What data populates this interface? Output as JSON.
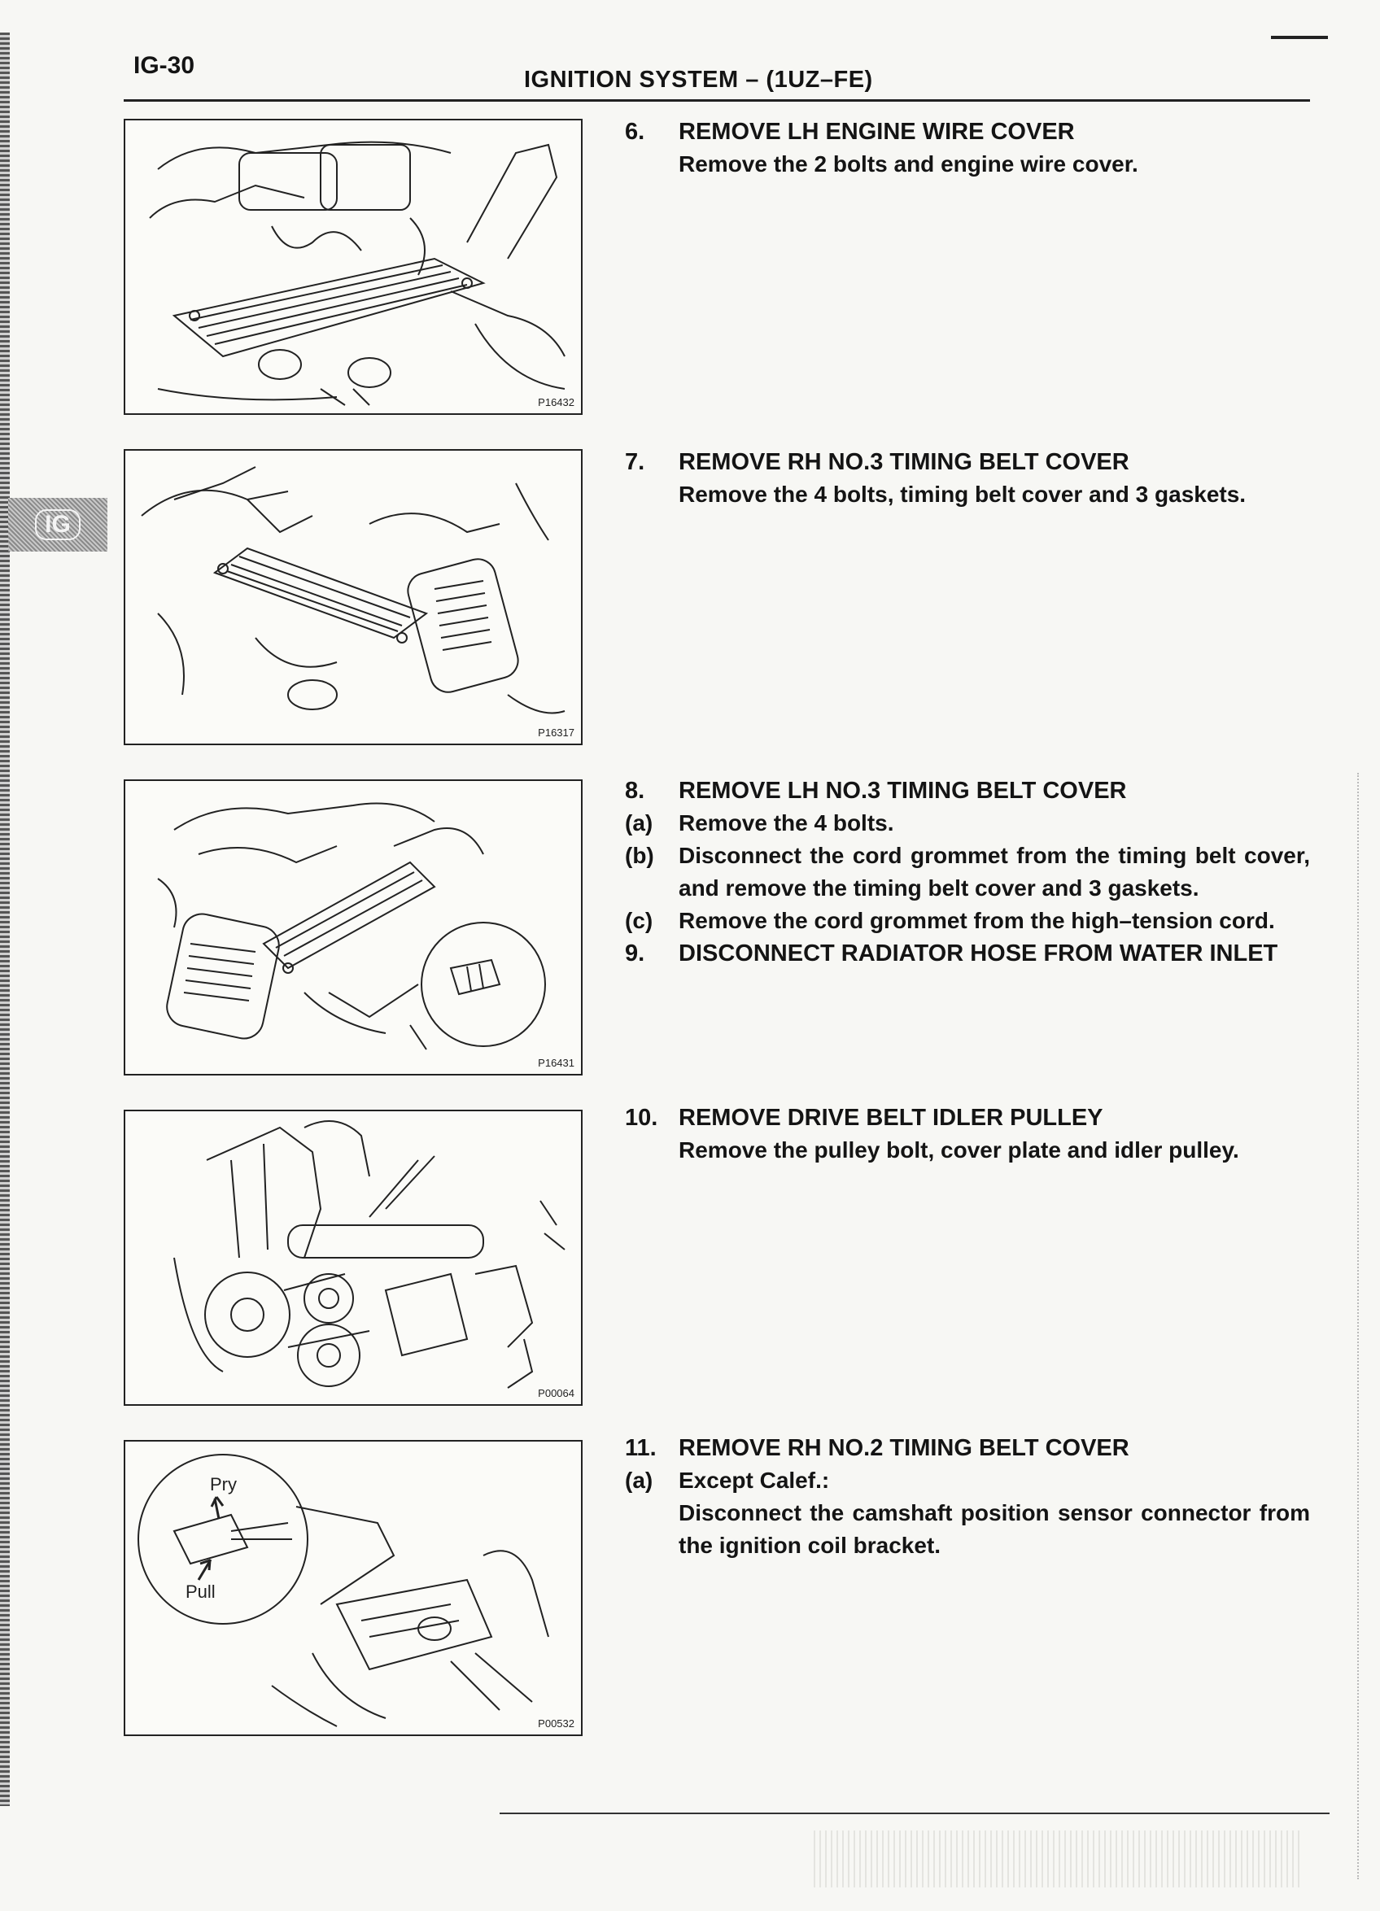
{
  "header": {
    "page_number": "IG-30",
    "section_title": "IGNITION SYSTEM – (1UZ–FE)",
    "side_tab": "IG"
  },
  "figures": [
    {
      "code": "P16432"
    },
    {
      "code": "P16317"
    },
    {
      "code": "P16431"
    },
    {
      "code": "P00064"
    },
    {
      "code": "P00532",
      "labels": {
        "pry": "Pry",
        "pull": "Pull"
      }
    }
  ],
  "steps": [
    {
      "number": "6.",
      "title": "REMOVE LH ENGINE WIRE COVER",
      "body": "Remove the 2 bolts and engine wire cover."
    },
    {
      "number": "7.",
      "title": "REMOVE RH NO.3 TIMING BELT COVER",
      "body": "Remove the 4 bolts, timing belt cover and 3 gaskets."
    },
    {
      "number": "8.",
      "title": "REMOVE LH NO.3 TIMING BELT COVER",
      "subs": [
        {
          "letter": "(a)",
          "text": "Remove the 4 bolts."
        },
        {
          "letter": "(b)",
          "text": "Disconnect the cord grommet from the timing belt cover, and remove the timing belt cover and 3 gaskets."
        },
        {
          "letter": "(c)",
          "text": "Remove the cord grommet from the high–tension cord."
        }
      ]
    },
    {
      "number": "9.",
      "title": "DISCONNECT RADIATOR HOSE FROM WATER INLET"
    },
    {
      "number": "10.",
      "title": "REMOVE DRIVE BELT IDLER PULLEY",
      "body": "Remove the pulley bolt, cover plate and idler pulley."
    },
    {
      "number": "11.",
      "title": "REMOVE RH NO.2 TIMING BELT COVER",
      "subs": [
        {
          "letter": "(a)",
          "text": "Except Calef.:"
        }
      ],
      "body": "Disconnect the camshaft position sensor connector from the ignition coil bracket."
    }
  ]
}
